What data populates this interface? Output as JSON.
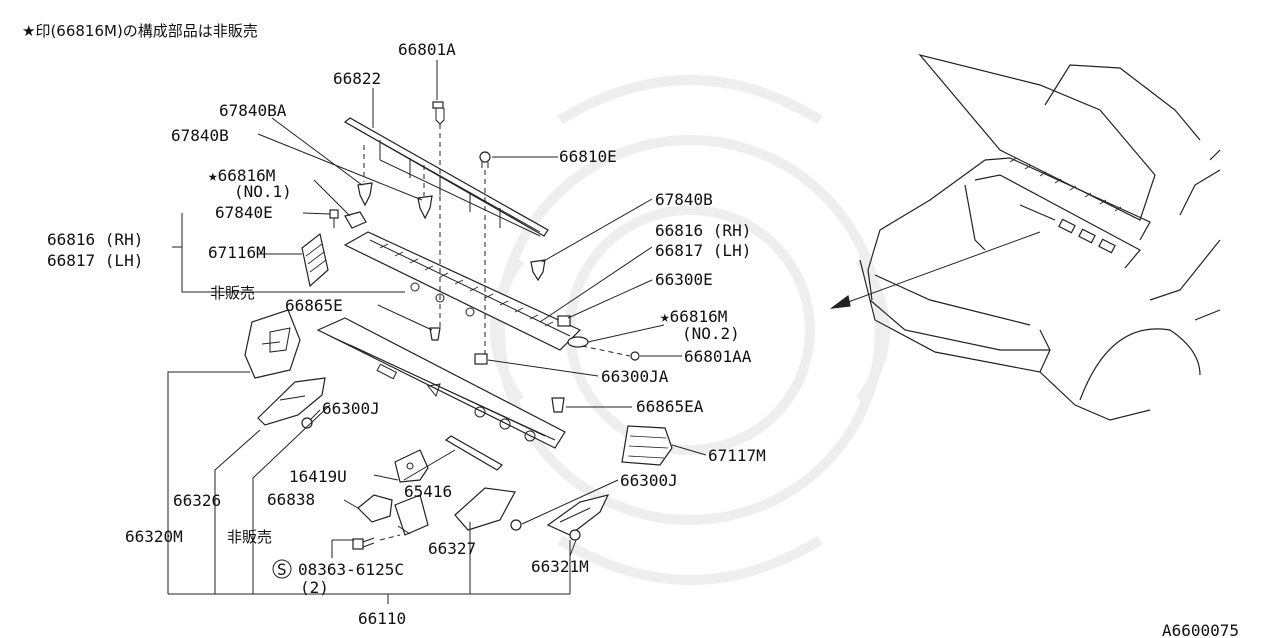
{
  "header_note": "★印(66816M)の構成部品は非販売",
  "diagram_code": "A6600075",
  "part_numbers": {
    "p66801A": "66801A",
    "p66822": "66822",
    "p67840BA": "67840BA",
    "p67840B_left": "67840B",
    "p66810E": "66810E",
    "p66816M_1": "★66816M",
    "no1": "(NO.1)",
    "p67840B_right": "67840B",
    "p67840E": "67840E",
    "p66816RH_left": "66816 (RH)",
    "p66817LH_left": "66817 (LH)",
    "p67116M": "67116M",
    "p66816RH_right": "66816 (RH)",
    "p66817LH_right": "66817 (LH)",
    "not_for_sale_1": "非販売",
    "p66300E": "66300E",
    "p66865E": "66865E",
    "p66816M_2": "★66816M",
    "no2": "(NO.2)",
    "p66801AA": "66801AA",
    "p66300JA": "66300JA",
    "p66300J_upper": "66300J",
    "p66865EA": "66865EA",
    "p67117M": "67117M",
    "p16419U": "16419U",
    "p66326": "66326",
    "p66838": "66838",
    "p65416": "65416",
    "p66300J_lower": "66300J",
    "p66320M": "66320M",
    "not_for_sale_2": "非販売",
    "p66327": "66327",
    "p08363": "08363-6125C",
    "s_symbol": "S",
    "qty2": "(2)",
    "p66321M": "66321M",
    "p66110": "66110"
  }
}
